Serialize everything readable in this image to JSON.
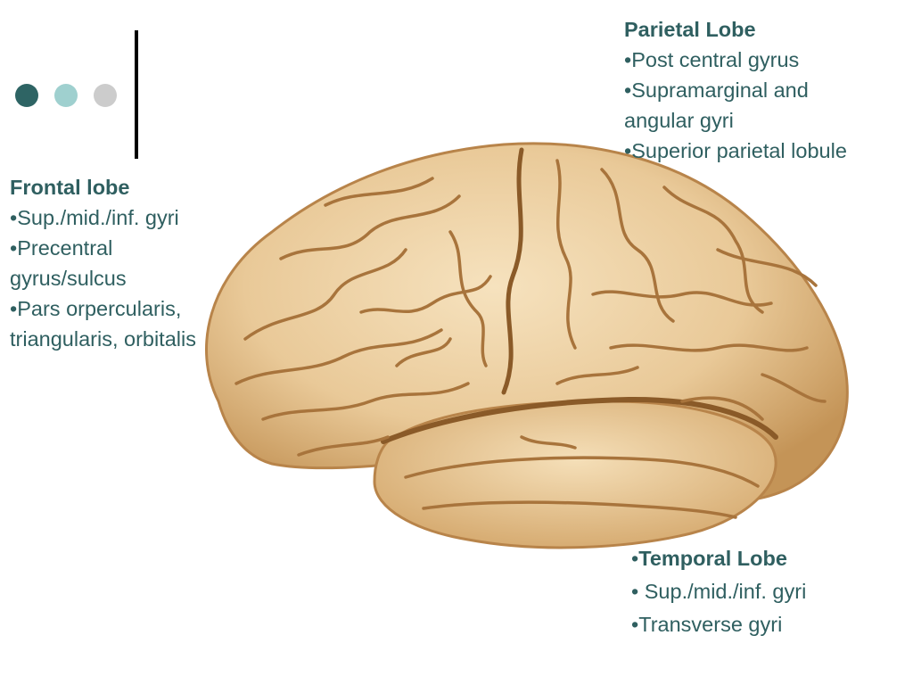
{
  "decoration": {
    "dot_colors": [
      "#2e6464",
      "#9fd0cf",
      "#cccccc"
    ],
    "line_color": "#000000"
  },
  "colors": {
    "label_text": "#2f5f60",
    "brain_base": "#e9c998",
    "brain_light": "#f6e2be",
    "brain_sulci": "#a8743c",
    "brain_shadow": "#c49457"
  },
  "frontal": {
    "title": "Frontal lobe",
    "items": [
      "•Sup./mid./inf. gyri",
      "•Precentral gyrus/sulcus",
      "•Pars orpercularis, triangularis, orbitalis"
    ]
  },
  "parietal": {
    "title": "Parietal Lobe",
    "items": [
      "•Post central gyrus",
      "•Supramarginal and angular gyri",
      "•Superior parietal lobule"
    ]
  },
  "temporal": {
    "bullet": "•",
    "title": "Temporal Lobe",
    "items": [
      "• Sup./mid./inf. gyri",
      "•Transverse gyri"
    ]
  }
}
